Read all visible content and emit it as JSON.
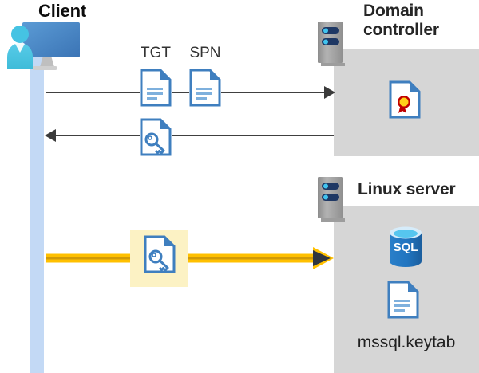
{
  "diagram": {
    "title_client": "Client",
    "title_domain_controller": "Domain controller",
    "title_linux_server": "Linux server",
    "labels": {
      "tgt": "TGT",
      "spn": "SPN",
      "keytab_file": "mssql.keytab",
      "sql_text": "SQL"
    },
    "icons": {
      "client": "client-workstation-user-icon",
      "domain_controller_server": "server-rack-icon",
      "linux_server": "server-rack-icon",
      "tgt_document": "document-icon",
      "spn_document": "document-icon",
      "ticket_key_document_1": "key-document-icon",
      "ticket_key_document_2": "key-document-icon",
      "certificate": "certificate-document-icon",
      "database": "sql-database-icon",
      "keytab_document": "document-icon"
    },
    "flows": [
      {
        "name": "client-to-dc-request",
        "direction": "right",
        "color": "#404040",
        "style": "thin-line"
      },
      {
        "name": "dc-to-client-response",
        "direction": "left",
        "color": "#404040",
        "style": "thin-line"
      },
      {
        "name": "client-to-linux-ticket",
        "direction": "right",
        "color": "#ffc000",
        "style": "thick-highlight-line"
      }
    ],
    "colors": {
      "panel_gray": "#d6d6d6",
      "lifeline_blue": "#c3d9f5",
      "accent_yellow": "#ffc000",
      "highlight_box": "#fcf2c4",
      "doc_blue": "#3f7fbf",
      "arrow_dark": "#404040",
      "title_dark": "#262626",
      "sql_blue": "#2175c0"
    }
  }
}
